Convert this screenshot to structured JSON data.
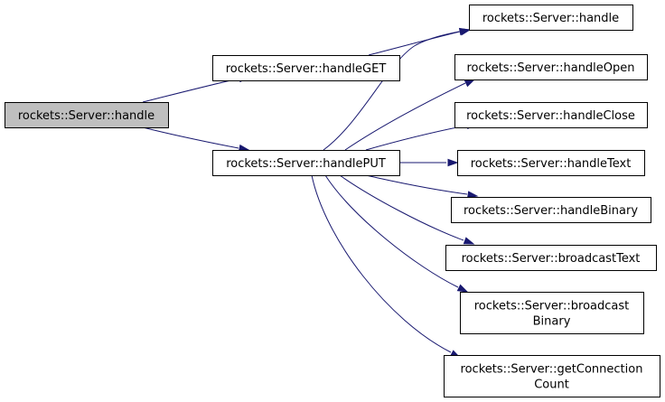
{
  "nodes": {
    "root": {
      "lines": [
        "rockets::Server::handle"
      ]
    },
    "handleGET": {
      "lines": [
        "rockets::Server::handleGET"
      ]
    },
    "handlePUT": {
      "lines": [
        "rockets::Server::handlePUT"
      ]
    },
    "handle2": {
      "lines": [
        "rockets::Server::handle"
      ]
    },
    "handleOpen": {
      "lines": [
        "rockets::Server::handleOpen"
      ]
    },
    "handleClose": {
      "lines": [
        "rockets::Server::handleClose"
      ]
    },
    "handleText": {
      "lines": [
        "rockets::Server::handleText"
      ]
    },
    "handleBinary": {
      "lines": [
        "rockets::Server::handleBinary"
      ]
    },
    "broadcastText": {
      "lines": [
        "rockets::Server::broadcastText"
      ]
    },
    "broadcastBinary": {
      "lines": [
        "rockets::Server::broadcast",
        "Binary"
      ]
    },
    "getConnectionCount": {
      "lines": [
        "rockets::Server::getConnection",
        "Count"
      ]
    }
  },
  "edges": [
    [
      "root",
      "handleGET"
    ],
    [
      "root",
      "handlePUT"
    ],
    [
      "handleGET",
      "handle2"
    ],
    [
      "handlePUT",
      "handle2"
    ],
    [
      "handlePUT",
      "handleOpen"
    ],
    [
      "handlePUT",
      "handleClose"
    ],
    [
      "handlePUT",
      "handleText"
    ],
    [
      "handlePUT",
      "handleBinary"
    ],
    [
      "handlePUT",
      "broadcastText"
    ],
    [
      "handlePUT",
      "broadcastBinary"
    ],
    [
      "handlePUT",
      "getConnectionCount"
    ]
  ],
  "colors": {
    "edge": "#191970",
    "root_fill": "#bfbfbf",
    "node_fill": "#ffffff",
    "border": "#000000"
  }
}
